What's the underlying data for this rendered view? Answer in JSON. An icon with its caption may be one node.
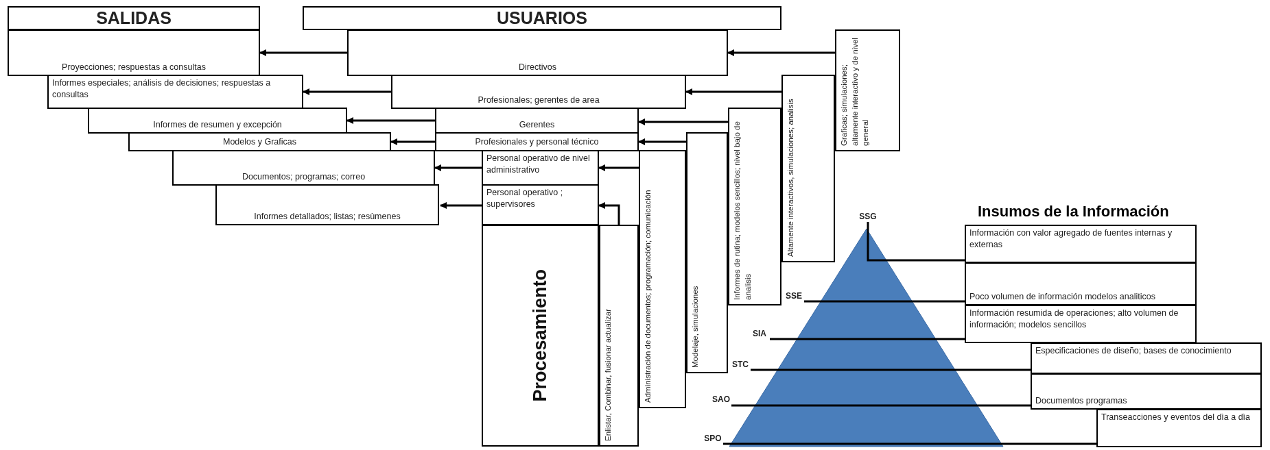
{
  "diagram": {
    "nodes": [
      {
        "text": [
          "SALIDAS"
        ]
      },
      {
        "text": [
          "USUARIOS"
        ]
      },
      {
        "text": [
          "Proyecciones; respuestas a consultas"
        ]
      },
      {
        "text": [
          "Informes especiales; análisis de decisiones; respuestas a consultas"
        ]
      },
      {
        "text": [
          "Informes de resumen y excepción"
        ]
      },
      {
        "text": [
          "Modelos y Graficas"
        ]
      },
      {
        "text": [
          "Documentos; programas; correo"
        ]
      },
      {
        "text": [
          "Informes detallados; listas; resùmenes"
        ]
      },
      {
        "text": [
          "Directivos"
        ]
      },
      {
        "text": [
          "Profesionales; gerentes de area"
        ]
      },
      {
        "text": [
          "Gerentes"
        ]
      },
      {
        "text": [
          "Profesionales y personal técnico"
        ]
      },
      {
        "text": [
          "Personal operativo de nivel administrativo"
        ]
      },
      {
        "text": [
          "Personal operativo ; supervisores"
        ]
      },
      {
        "text": [
          "Procesamiento"
        ]
      },
      {
        "text": [
          "Enlistar, Combinar, fusionar actualizar"
        ]
      },
      {
        "text": [
          "Administración  de documentos; programación; comunicación"
        ]
      },
      {
        "text": [
          "Modelaje, simulaciones"
        ]
      },
      {
        "text": [
          "Informes de rutina; modelos sencillos; nivel bajo de analisis"
        ]
      },
      {
        "text": [
          "Altamente interactivos, simulaciones; analisis"
        ]
      },
      {
        "text": [
          "Graficas; simulaciones; altamente interactivo y de nivel general"
        ]
      },
      {
        "text": [
          "SSG"
        ]
      },
      {
        "text": [
          "SSE"
        ]
      },
      {
        "text": [
          "SIA"
        ]
      },
      {
        "text": [
          "STC"
        ]
      },
      {
        "text": [
          "SAO"
        ]
      },
      {
        "text": [
          "SPO"
        ]
      },
      {
        "text": [
          "Información con valor agregado de fuentes internas y externas"
        ]
      },
      {
        "text": [
          "Poco volumen de información modelos analiticos"
        ]
      },
      {
        "text": [
          "Información resumida de operaciones; alto volumen de información; modelos sencillos"
        ]
      },
      {
        "text": [
          "Especificaciones de diseño; bases de conocimiento"
        ]
      },
      {
        "text": [
          "Documentos programas"
        ]
      },
      {
        "text": [
          "Transeacciones y eventos del dìa a dìa"
        ]
      }
    ],
    "edges": [
      {
        "from": 8,
        "to": 2,
        "arrow": "to"
      },
      {
        "from": 9,
        "to": 3,
        "arrow": "to"
      },
      {
        "from": 10,
        "to": 4,
        "arrow": "to"
      },
      {
        "from": 11,
        "to": 5,
        "arrow": "to"
      },
      {
        "from": 12,
        "to": 6,
        "arrow": "to"
      },
      {
        "from": 13,
        "to": 7,
        "arrow": "to"
      },
      {
        "from": 20,
        "to": 8,
        "arrow": "to"
      },
      {
        "from": 19,
        "to": 9,
        "arrow": "to"
      },
      {
        "from": 18,
        "to": 10,
        "arrow": "to"
      },
      {
        "from": 17,
        "to": 11,
        "arrow": "to"
      },
      {
        "from": 16,
        "to": 12,
        "arrow": "to"
      },
      {
        "from": 15,
        "to": 13,
        "arrow": "to"
      },
      {
        "from": 21,
        "to": 27,
        "arrow": "none"
      },
      {
        "from": 22,
        "to": 28,
        "arrow": "none"
      },
      {
        "from": 23,
        "to": 29,
        "arrow": "none"
      },
      {
        "from": 24,
        "to": 30,
        "arrow": "none"
      },
      {
        "from": 25,
        "to": 31,
        "arrow": "none"
      },
      {
        "from": 26,
        "to": 32,
        "arrow": "none"
      }
    ],
    "labels": [
      "Insumos de la Información"
    ]
  }
}
